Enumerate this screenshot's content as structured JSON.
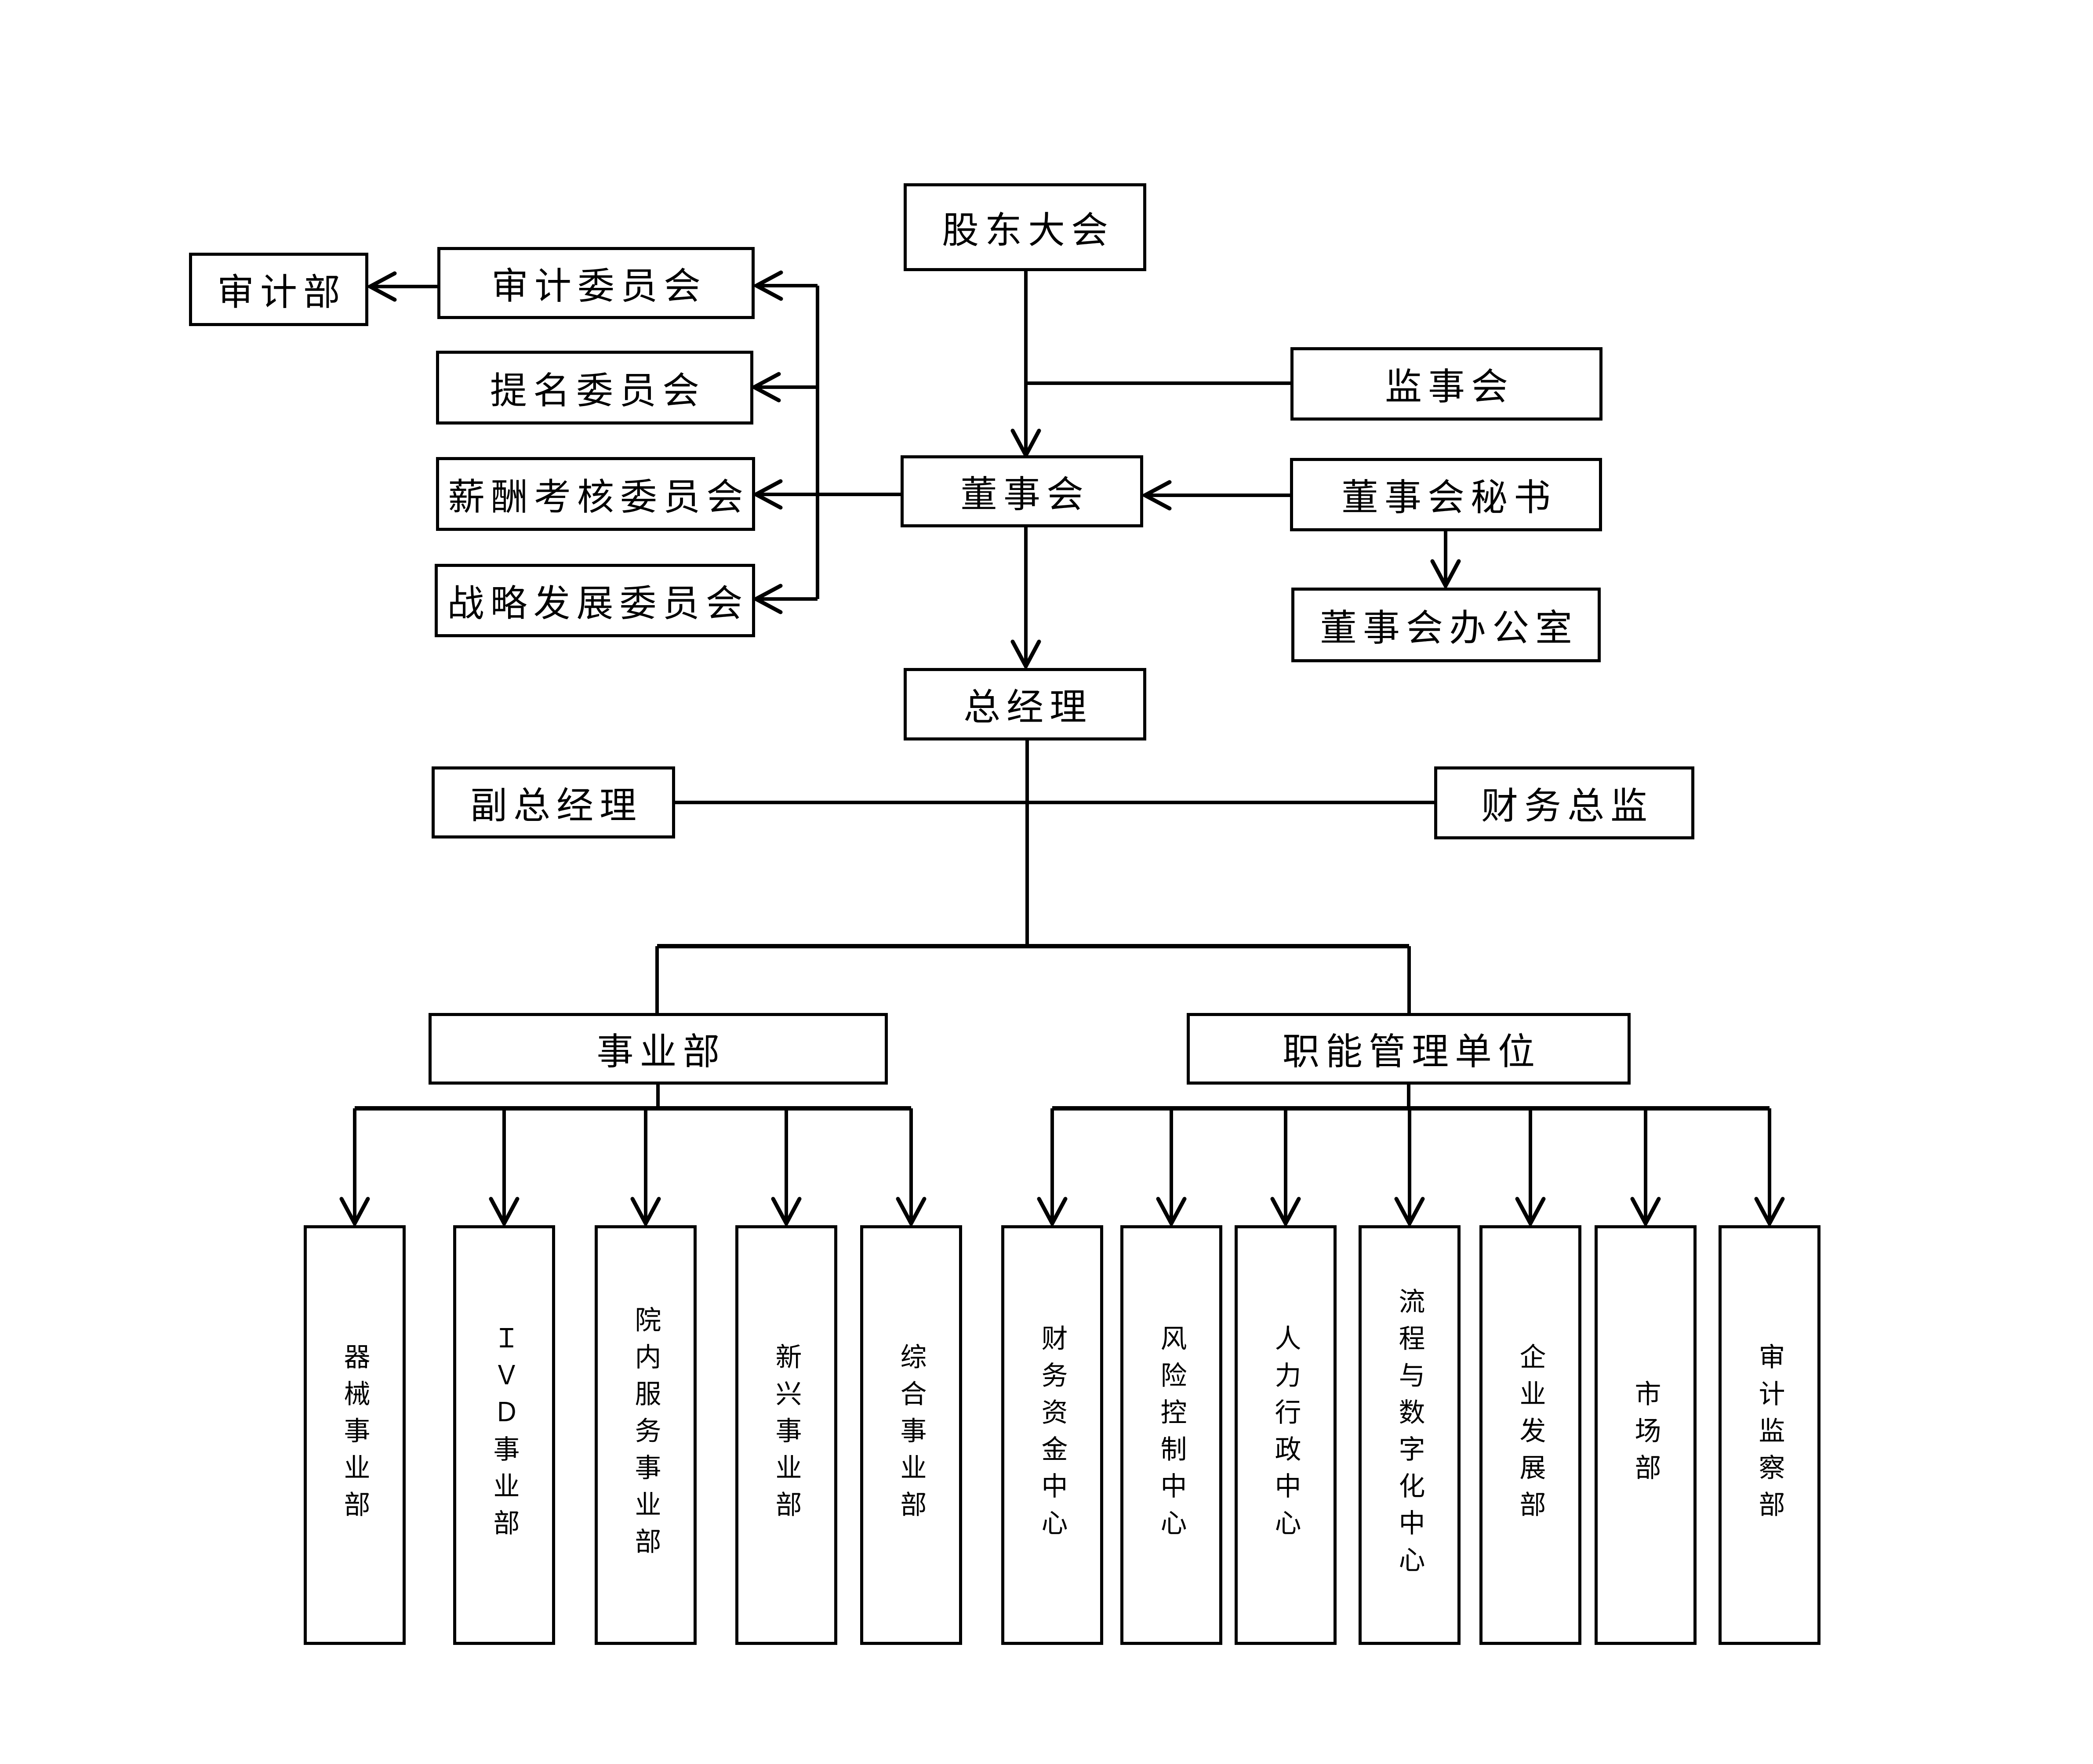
{
  "diagram_type": "org-chart",
  "colors": {
    "background": "#ffffff",
    "line": "#000000",
    "box_border": "#000000",
    "text": "#000000"
  },
  "nodes": {
    "shareholders_meeting": {
      "label": "股东大会"
    },
    "audit_department": {
      "label": "审计部"
    },
    "audit_committee": {
      "label": "审计委员会"
    },
    "nomination_committee": {
      "label": "提名委员会"
    },
    "remuneration_committee": {
      "label": "薪酬考核委员会"
    },
    "strategy_committee": {
      "label": "战略发展委员会"
    },
    "supervisory_board": {
      "label": "监事会"
    },
    "board_of_directors": {
      "label": "董事会"
    },
    "board_secretary": {
      "label": "董事会秘书"
    },
    "board_office": {
      "label": "董事会办公室"
    },
    "general_manager": {
      "label": "总经理"
    },
    "deputy_general_manager": {
      "label": "副总经理"
    },
    "finance_director": {
      "label": "财务总监"
    },
    "business_divisions_group": {
      "label": "事业部"
    },
    "functional_management_group": {
      "label": "职能管理单位"
    }
  },
  "business_divisions": [
    {
      "label": "器械事业部"
    },
    {
      "label": "ＩＶＤ事业部"
    },
    {
      "label": "院内服务事业部"
    },
    {
      "label": "新兴事业部"
    },
    {
      "label": "综合事业部"
    }
  ],
  "functional_units": [
    {
      "label": "财务资金中心"
    },
    {
      "label": "风险控制中心"
    },
    {
      "label": "人力行政中心"
    },
    {
      "label": "流程与数字化中心"
    },
    {
      "label": "企业发展部"
    },
    {
      "label": "市场部"
    },
    {
      "label": "审计监察部"
    }
  ],
  "edges": [
    {
      "from": "股东大会",
      "to": "董事会",
      "arrow": true
    },
    {
      "from": "监事会",
      "to": "股东大会-董事会",
      "arrow": false
    },
    {
      "from": "董事会",
      "to": "审计委员会",
      "arrow": true
    },
    {
      "from": "董事会",
      "to": "提名委员会",
      "arrow": true
    },
    {
      "from": "董事会",
      "to": "薪酬考核委员会",
      "arrow": true
    },
    {
      "from": "董事会",
      "to": "战略发展委员会",
      "arrow": true
    },
    {
      "from": "审计委员会",
      "to": "审计部",
      "arrow": true
    },
    {
      "from": "董事会秘书",
      "to": "董事会",
      "arrow": true
    },
    {
      "from": "董事会秘书",
      "to": "董事会办公室",
      "arrow": true
    },
    {
      "from": "董事会",
      "to": "总经理",
      "arrow": true
    },
    {
      "from": "总经理",
      "to": "副总经理",
      "arrow": false
    },
    {
      "from": "总经理",
      "to": "财务总监",
      "arrow": false
    },
    {
      "from": "总经理",
      "to": "事业部",
      "arrow": false
    },
    {
      "from": "总经理",
      "to": "职能管理单位",
      "arrow": false
    },
    {
      "from": "事业部",
      "to": "器械事业部",
      "arrow": true
    },
    {
      "from": "事业部",
      "to": "ＩＶＤ事业部",
      "arrow": true
    },
    {
      "from": "事业部",
      "to": "院内服务事业部",
      "arrow": true
    },
    {
      "from": "事业部",
      "to": "新兴事业部",
      "arrow": true
    },
    {
      "from": "事业部",
      "to": "综合事业部",
      "arrow": true
    },
    {
      "from": "职能管理单位",
      "to": "财务资金中心",
      "arrow": true
    },
    {
      "from": "职能管理单位",
      "to": "风险控制中心",
      "arrow": true
    },
    {
      "from": "职能管理单位",
      "to": "人力行政中心",
      "arrow": true
    },
    {
      "from": "职能管理单位",
      "to": "流程与数字化中心",
      "arrow": true
    },
    {
      "from": "职能管理单位",
      "to": "企业发展部",
      "arrow": true
    },
    {
      "from": "职能管理单位",
      "to": "市场部",
      "arrow": true
    },
    {
      "from": "职能管理单位",
      "to": "审计监察部",
      "arrow": true
    }
  ]
}
